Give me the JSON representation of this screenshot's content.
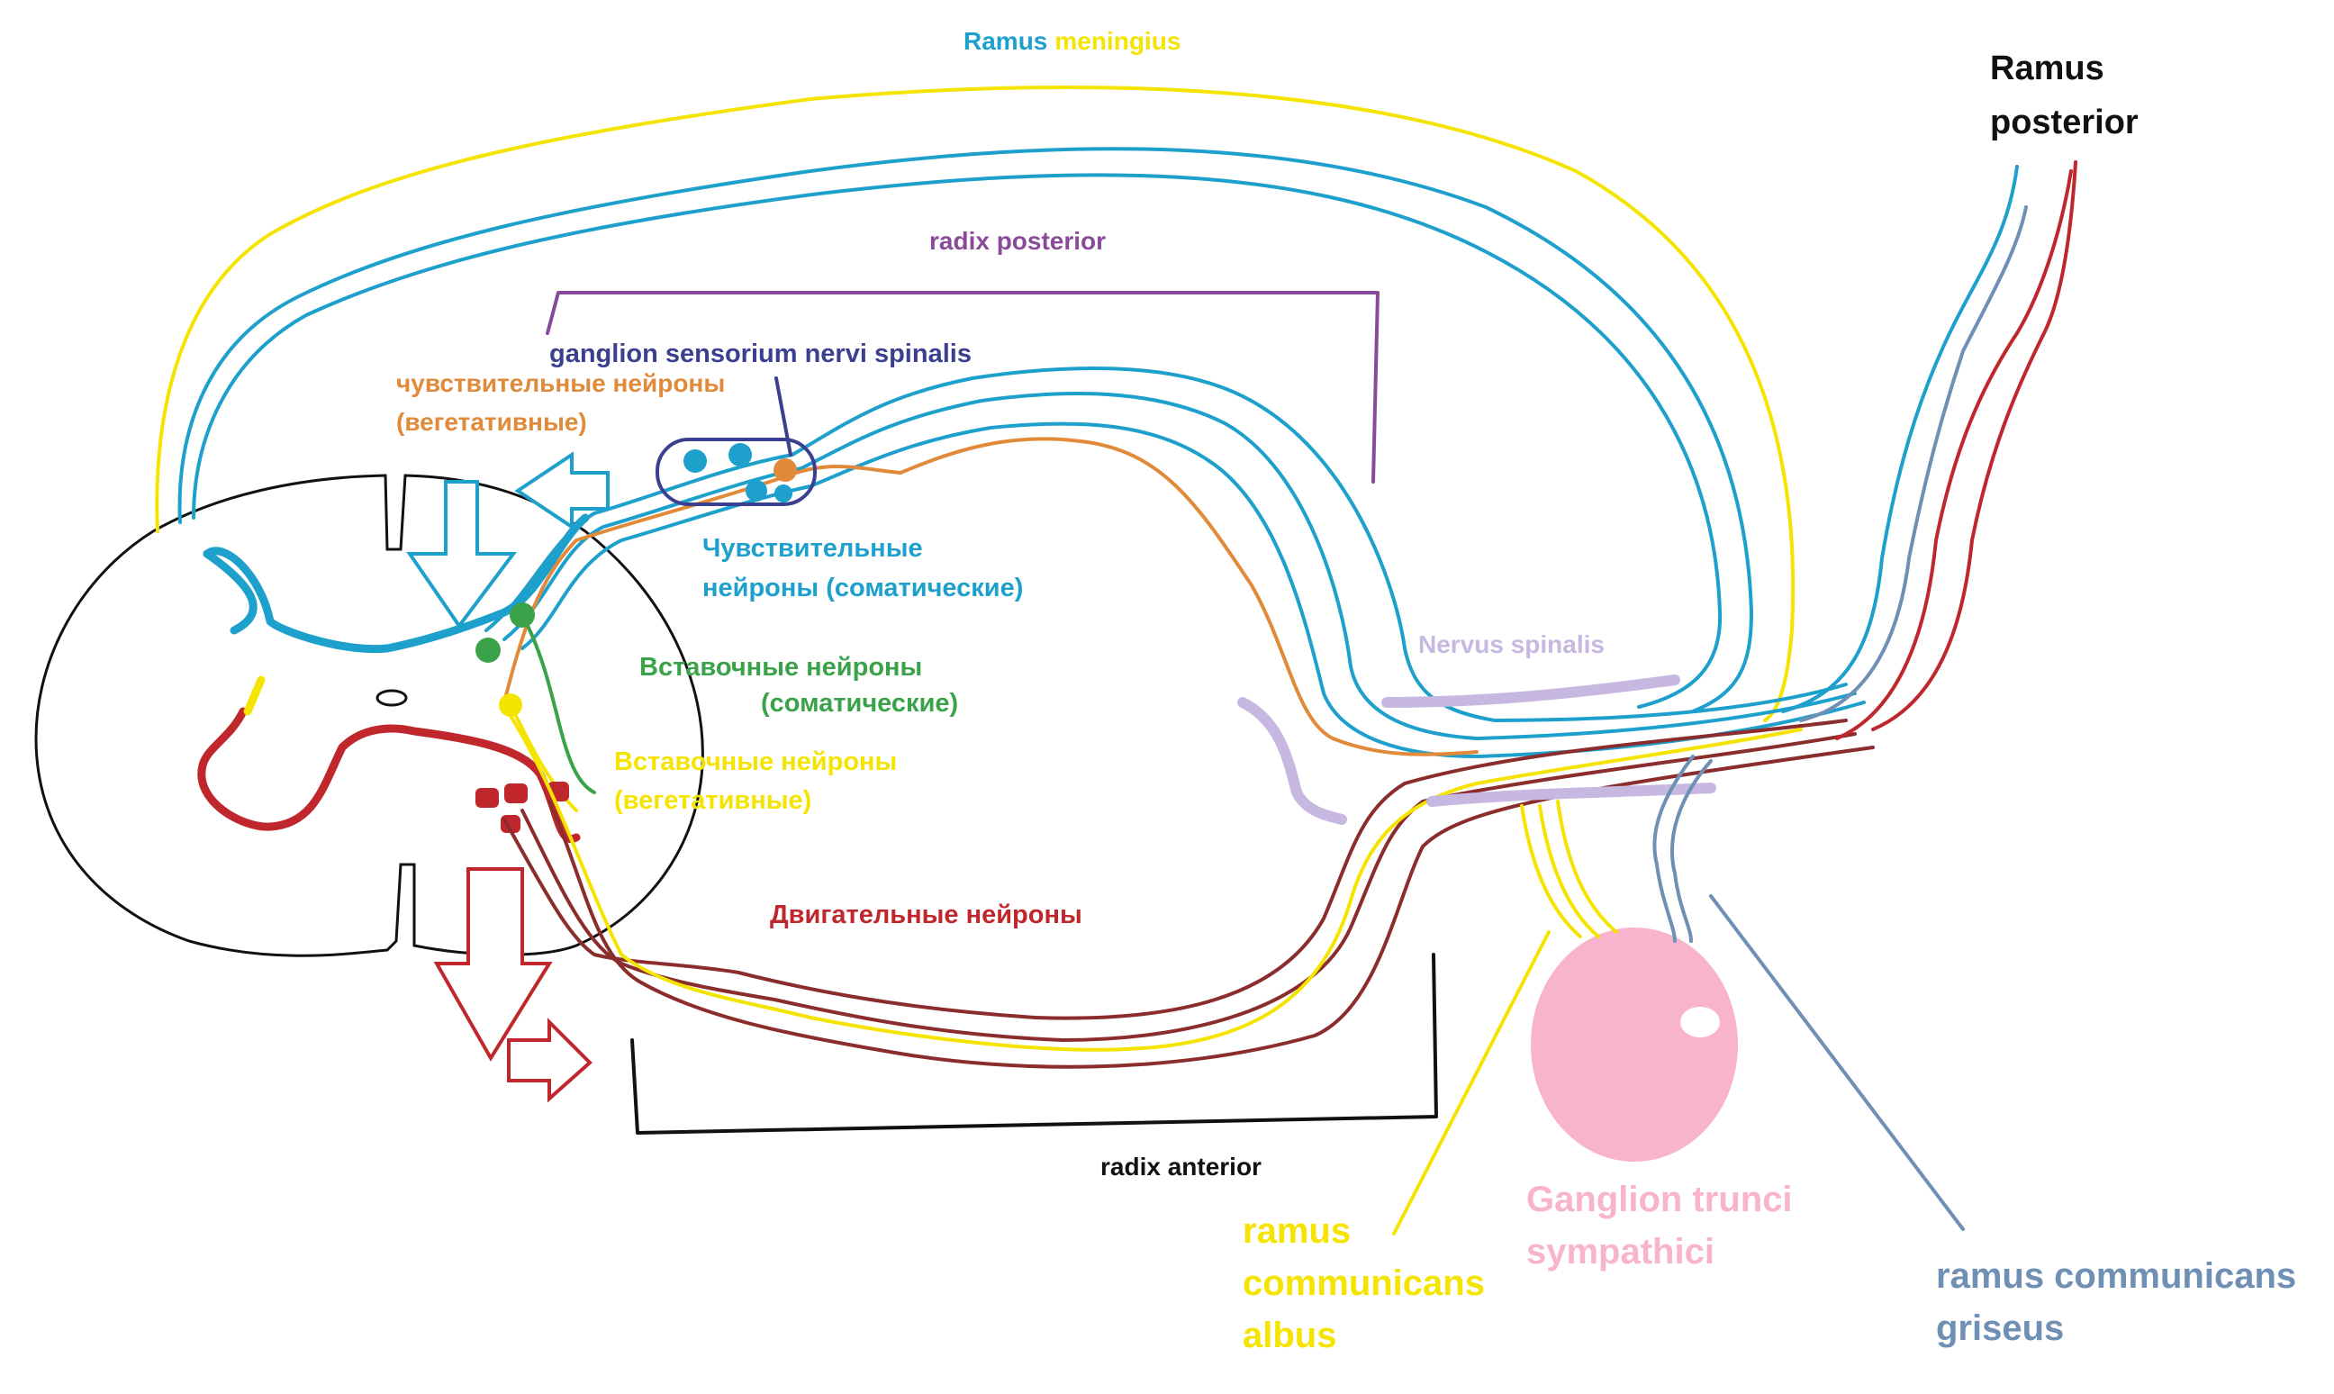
{
  "labels": {
    "ramus_meningius_a": "Ramus",
    "ramus_meningius_b": "meningius",
    "ramus_posterior_1": "Ramus",
    "ramus_posterior_2": "posterior",
    "radix_posterior": "radix posterior",
    "ganglion_sensorium": "ganglion sensorium nervi spinalis",
    "veg_sensory_1": "чувствительные нейроны",
    "veg_sensory_2": "(вегетативные)",
    "som_sensory_1": "Чувствительные",
    "som_sensory_2": "нейроны (соматические)",
    "som_inter_1": "Вставочные нейроны",
    "som_inter_2": "(соматические)",
    "veg_inter_1": "Вставочные нейроны",
    "veg_inter_2": "(вегетативные)",
    "nervus_spinalis": "Nervus spinalis",
    "motor": "Двигательные нейроны",
    "radix_anterior": "radix anterior",
    "rca_1": "ramus",
    "rca_2": "communicans",
    "rca_3": "albus",
    "ganglion_trunci_1": "Ganglion trunci",
    "ganglion_trunci_2": "sympathici",
    "rcg_1": "ramus communicans",
    "rcg_2": "griseus"
  },
  "colors": {
    "blue": "#1ea0cd",
    "yellow": "#f5e400",
    "orange": "#e08a3a",
    "green": "#3aa34a",
    "red": "#c0272d",
    "darkred": "#8b2d2d",
    "purple": "#8a4a9a",
    "navy": "#3a3f8f",
    "lavender": "#c6b8e0",
    "pink": "#f8b4cc",
    "greyblue": "#6f8fb5",
    "black": "#111111"
  }
}
